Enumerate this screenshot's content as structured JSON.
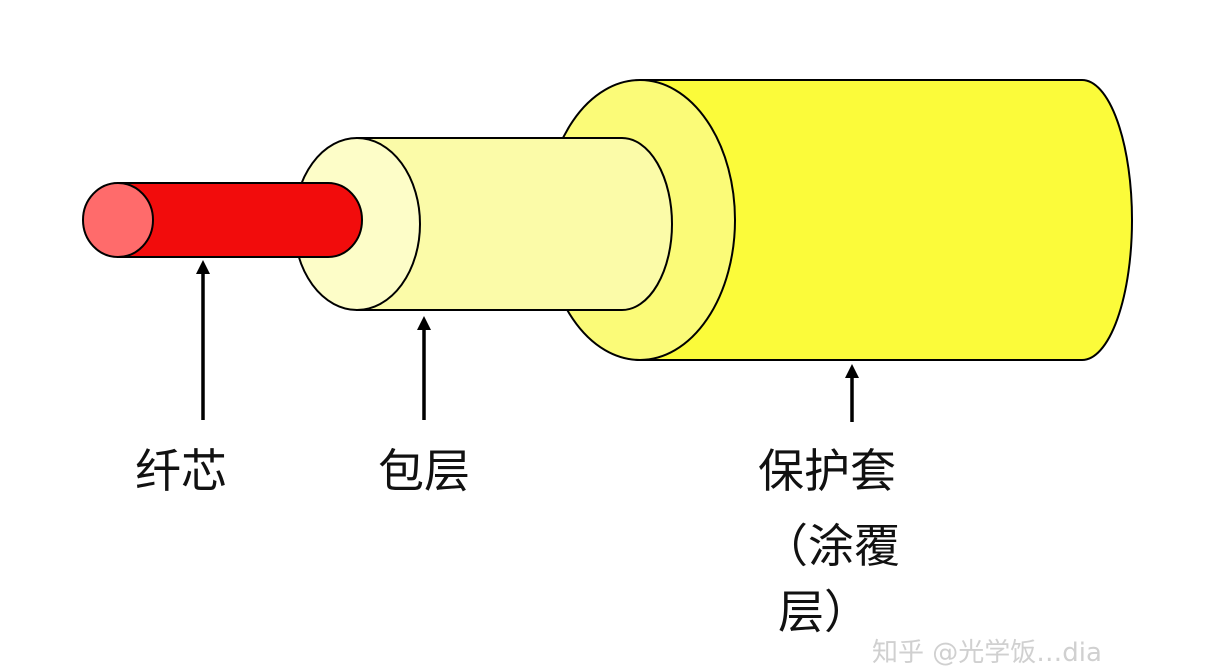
{
  "labels": {
    "core": "纤芯",
    "cladding": "包层",
    "jacket_line1": "保护套",
    "jacket_line2": "（涂覆",
    "jacket_line3": "层）"
  },
  "colors": {
    "core_body": "#f20c0c",
    "core_end": "#ff6b6b",
    "cladding_body": "#fbfba8",
    "cladding_end": "#fdfdc8",
    "jacket_body": "#fbfb3a",
    "jacket_end": "#fbfb78"
  },
  "watermark": "知乎 @光学饭…dia"
}
